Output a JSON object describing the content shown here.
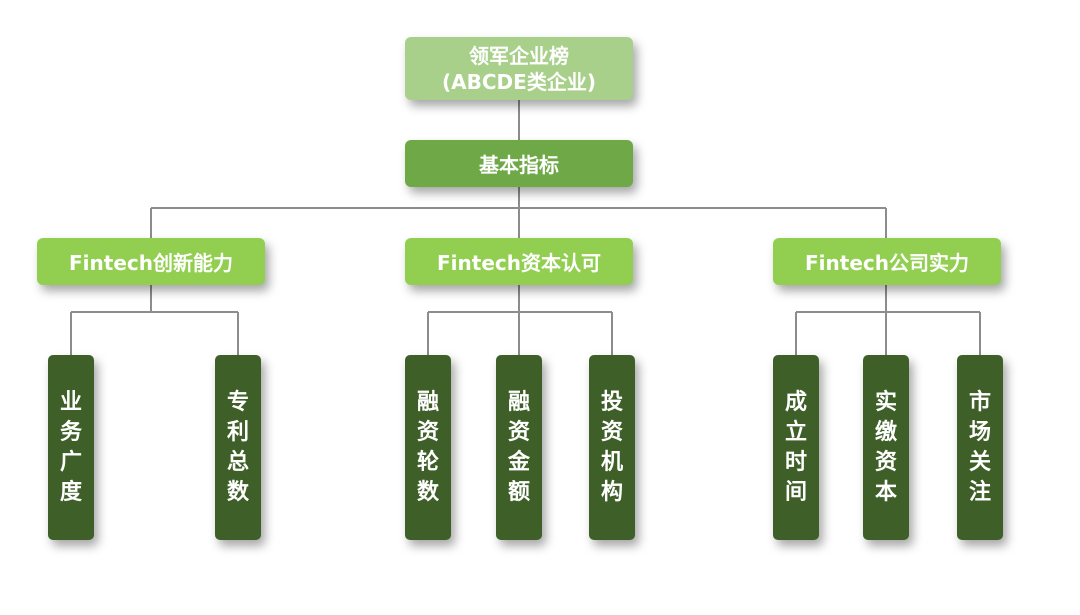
{
  "root": {
    "line1": "领军企业榜",
    "line2": "(ABCDE类企业)"
  },
  "basic": {
    "label": "基本指标"
  },
  "categories": [
    {
      "label": "Fintech创新能力",
      "leaves": [
        "业务广度",
        "专利总数"
      ]
    },
    {
      "label": "Fintech资本认可",
      "leaves": [
        "融资轮数",
        "融资金额",
        "投资机构"
      ]
    },
    {
      "label": "Fintech公司实力",
      "leaves": [
        "成立时间",
        "实缴资本",
        "市场关注"
      ]
    }
  ],
  "colors": {
    "root": "#a8d08a",
    "basic": "#6ea847",
    "category": "#92cf50",
    "leaf": "#3e5f27",
    "connector": "#8c8c8c"
  }
}
